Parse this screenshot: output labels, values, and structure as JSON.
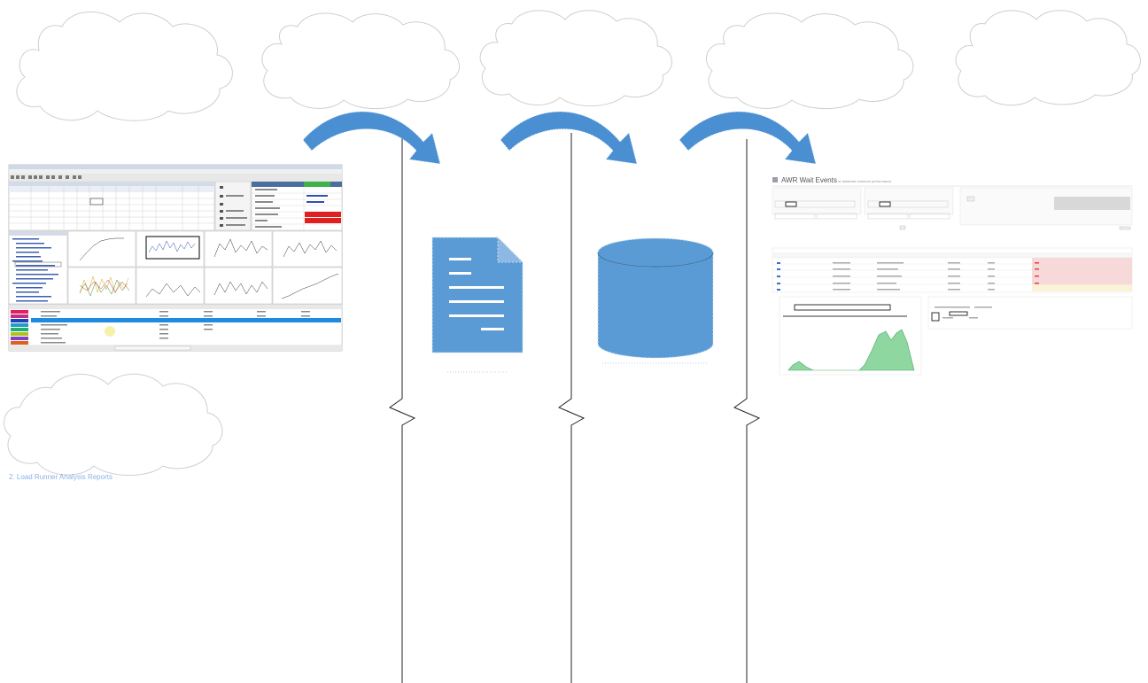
{
  "clouds": [
    {
      "name": "cloud-1",
      "text": ""
    },
    {
      "name": "cloud-2",
      "text": ""
    },
    {
      "name": "cloud-3",
      "text": ""
    },
    {
      "name": "cloud-4",
      "text": ""
    },
    {
      "name": "cloud-5",
      "text": ""
    },
    {
      "name": "cloud-left-lower",
      "text": ""
    }
  ],
  "left_screenshot": {
    "caption": "",
    "ghost_text": "2. Load Runner Analysis Reports"
  },
  "right_screenshot": {
    "title": "AWR Wait Events",
    "subtitle": "of database instance performance"
  },
  "icons": {
    "document": "document-icon",
    "database": "database-icon",
    "arrow": "curved-arrow-icon"
  },
  "colors": {
    "icon_blue": "#5b9bd5",
    "icon_blue_dark": "#41719c",
    "arrow_blue": "#4a8fd1",
    "chart_green": "#8ed7a0"
  }
}
